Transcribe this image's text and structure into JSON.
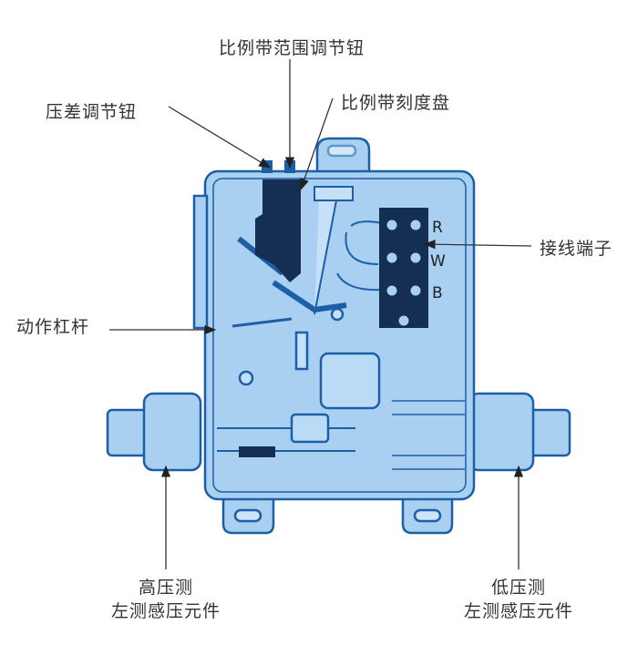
{
  "labels": {
    "proportional_band_range_knob": "比例带范围调节钮",
    "differential_knob": "压差调节钮",
    "proportional_band_dial": "比例带刻度盘",
    "wiring_terminal": "接线端子",
    "action_lever": "动作杠杆",
    "high_pressure_line1": "高压测",
    "high_pressure_line2": "左测感压元件",
    "low_pressure_line1": "低压测",
    "low_pressure_line2": "左测感压元件"
  },
  "terminals": [
    "R",
    "W",
    "B"
  ],
  "colors": {
    "body": "#a9d0f0",
    "outline": "#1c5ea8",
    "dark": "#152f52",
    "arrow": "#333333"
  }
}
